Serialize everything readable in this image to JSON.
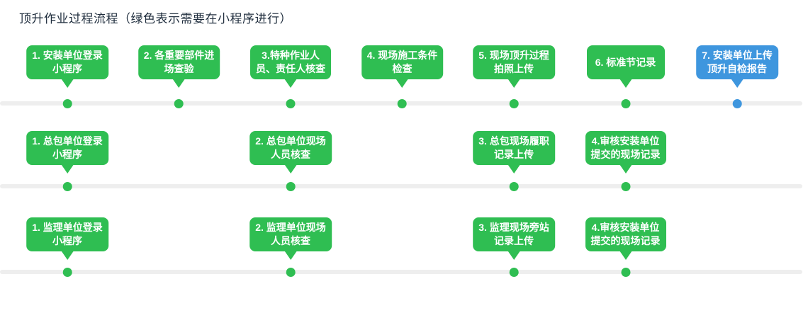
{
  "page": {
    "title": "顶升作业过程流程（绿色表示需要在小程序进行）"
  },
  "colors": {
    "green": "#2fbe52",
    "blue": "#3e96de",
    "track": "#eeeeee",
    "title_text": "#1f2d3d",
    "bubble_text": "#ffffff"
  },
  "timeline": {
    "slot_count": 7,
    "rows": [
      {
        "name": "row-1",
        "steps": [
          {
            "slot": 0,
            "label": "1. 安装单位登录\n小程序",
            "color": "green"
          },
          {
            "slot": 1,
            "label": "2. 各重要部件进\n场查验",
            "color": "green"
          },
          {
            "slot": 2,
            "label": "3.特种作业人\n员、责任人核查",
            "color": "green"
          },
          {
            "slot": 3,
            "label": "4. 现场施工条件\n检查",
            "color": "green"
          },
          {
            "slot": 4,
            "label": "5. 现场顶升过程\n拍照上传",
            "color": "green"
          },
          {
            "slot": 5,
            "label": "6. 标准节记录",
            "color": "green"
          },
          {
            "slot": 6,
            "label": "7. 安装单位上传\n顶升自检报告",
            "color": "blue"
          }
        ]
      },
      {
        "name": "row-2",
        "steps": [
          {
            "slot": 0,
            "label": "1. 总包单位登录\n小程序",
            "color": "green"
          },
          {
            "slot": 2,
            "label": "2. 总包单位现场\n人员核查",
            "color": "green"
          },
          {
            "slot": 4,
            "label": "3. 总包现场履职\n记录上传",
            "color": "green"
          },
          {
            "slot": 5,
            "label": "4.审核安装单位\n提交的现场记录",
            "color": "green"
          }
        ]
      },
      {
        "name": "row-3",
        "steps": [
          {
            "slot": 0,
            "label": "1. 监理单位登录\n小程序",
            "color": "green"
          },
          {
            "slot": 2,
            "label": "2. 监理单位现场\n人员核查",
            "color": "green"
          },
          {
            "slot": 4,
            "label": "3. 监理现场旁站\n记录上传",
            "color": "green"
          },
          {
            "slot": 5,
            "label": "4.审核安装单位\n提交的现场记录",
            "color": "green"
          }
        ]
      }
    ]
  }
}
